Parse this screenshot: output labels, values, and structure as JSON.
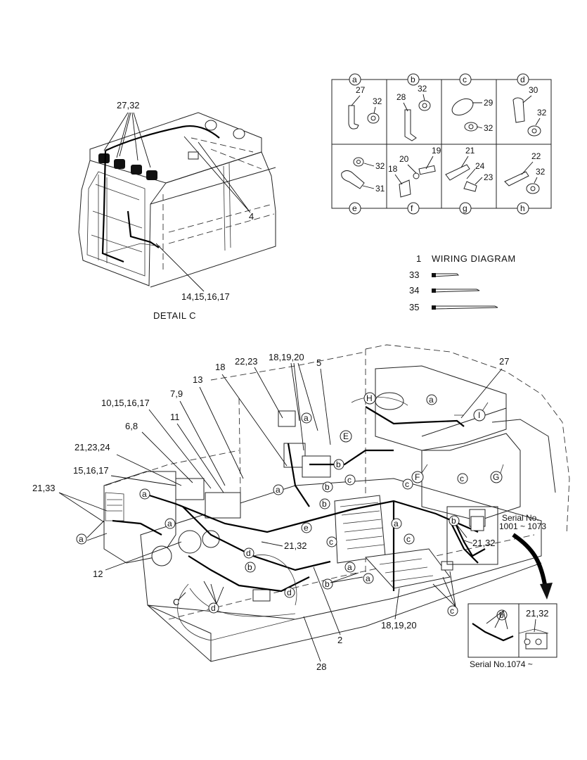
{
  "detail_c": {
    "caption": "DETAIL  C",
    "labels": {
      "l27_32": "27,32",
      "l4": "4",
      "l14_17": "14,15,16,17"
    }
  },
  "clip_table": {
    "cells": [
      {
        "letter": "a",
        "parts": [
          "27",
          "32"
        ]
      },
      {
        "letter": "b",
        "parts": [
          "28",
          "32"
        ]
      },
      {
        "letter": "c",
        "parts": [
          "29",
          "32"
        ]
      },
      {
        "letter": "d",
        "parts": [
          "30",
          "32"
        ]
      },
      {
        "letter": "e",
        "parts": [
          "32",
          "31"
        ]
      },
      {
        "letter": "f",
        "parts": [
          "19",
          "20",
          "18"
        ]
      },
      {
        "letter": "g",
        "parts": [
          "21",
          "24",
          "23"
        ]
      },
      {
        "letter": "h",
        "parts": [
          "22",
          "32"
        ]
      }
    ]
  },
  "legend": {
    "wiring_num": "1",
    "wiring_label": "WIRING DIAGRAM",
    "ties": [
      "33",
      "34",
      "35"
    ]
  },
  "main": {
    "labels": {
      "l22_23": "22,23",
      "l18_20_top": "18,19,20",
      "l5": "5",
      "l18": "18",
      "l27": "27",
      "l13": "13",
      "l7_9": "7,9",
      "l10_17": "10,15,16,17",
      "l11": "11",
      "l6_8": "6,8",
      "l21_24": "21,23,24",
      "l15_17": "15,16,17",
      "l21_33": "21,33",
      "l12": "12",
      "l21_32_mid": "21,32",
      "l21_32_right": "21,32",
      "l18_20_bot": "18,19,20",
      "l2": "2",
      "l28": "28",
      "lC": "C"
    },
    "callouts": {
      "H": "H",
      "I": "I",
      "E": "E",
      "F": "F",
      "G": "G",
      "a": "a",
      "b": "b",
      "c": "c",
      "d": "d",
      "e": "e"
    },
    "serial_early_line1": "Serial No.",
    "serial_early_line2": "1001 ~ 1073",
    "serial_late": "Serial No.1074 ~",
    "inset_label": "21,32"
  }
}
